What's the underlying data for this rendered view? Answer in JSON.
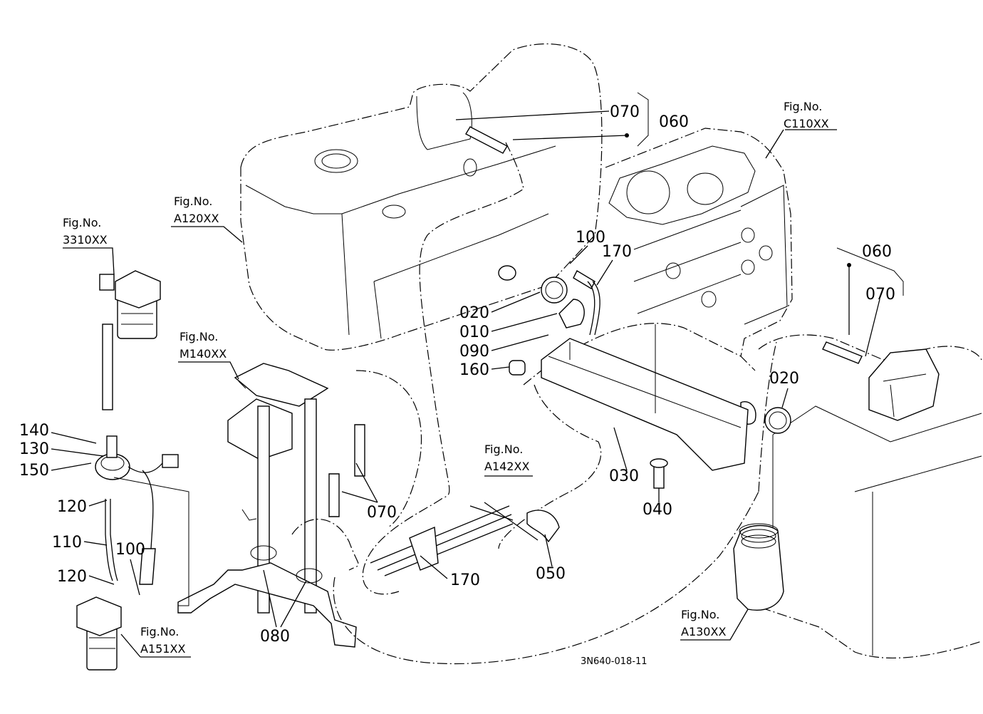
{
  "drawing_code": "3N640-018-11",
  "fig_labels": {
    "f3310": {
      "prefix": "Fig.No.",
      "code": "3310XX"
    },
    "fA120": {
      "prefix": "Fig.No.",
      "code": "A120XX"
    },
    "fC110": {
      "prefix": "Fig.No.",
      "code": "C110XX"
    },
    "fM140": {
      "prefix": "Fig.No.",
      "code": "M140XX"
    },
    "fA142": {
      "prefix": "Fig.No.",
      "code": "A142XX"
    },
    "fA151": {
      "prefix": "Fig.No.",
      "code": "A151XX"
    },
    "fA130": {
      "prefix": "Fig.No.",
      "code": "A130XX"
    }
  },
  "callouts": {
    "c070a": "070",
    "c060a": "060",
    "c100a": "100",
    "c170a": "170",
    "c020a": "020",
    "c010": "010",
    "c090": "090",
    "c160": "160",
    "c060b": "060",
    "c070b": "070",
    "c020b": "020",
    "c030": "030",
    "c040": "040",
    "c050": "050",
    "c170b": "170",
    "c080": "080",
    "c070c": "070",
    "c140": "140",
    "c130": "130",
    "c150": "150",
    "c120a": "120",
    "c110": "110",
    "c120b": "120",
    "c100b": "100"
  }
}
